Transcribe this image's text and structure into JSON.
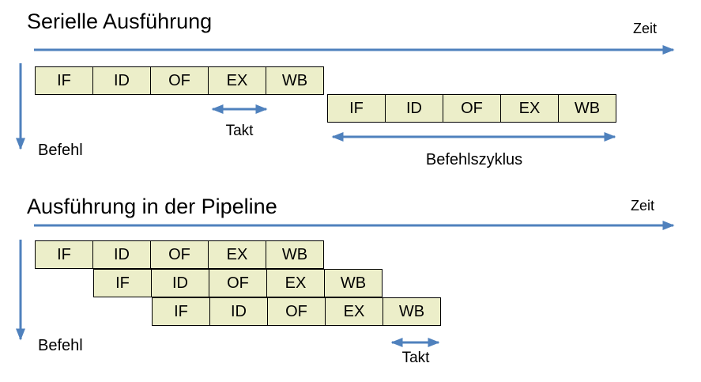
{
  "colors": {
    "accent_blue": "#4F81BD",
    "box_fill": "#ECEEC9",
    "box_border": "#000000",
    "text": "#000000",
    "background": "#FFFFFF"
  },
  "serial": {
    "title": "Serielle Ausführung",
    "time_axis_label": "Zeit",
    "instruction_axis_label": "Befehl",
    "clock_label": "Takt",
    "instruction_cycle_label": "Befehlszyklus",
    "rows": [
      {
        "stages": [
          "IF",
          "ID",
          "OF",
          "EX",
          "WB"
        ]
      },
      {
        "stages": [
          "IF",
          "ID",
          "OF",
          "EX",
          "WB"
        ]
      }
    ]
  },
  "pipeline": {
    "title": "Ausführung in der Pipeline",
    "time_axis_label": "Zeit",
    "instruction_axis_label": "Befehl",
    "clock_label": "Takt",
    "rows": [
      {
        "stages": [
          "IF",
          "ID",
          "OF",
          "EX",
          "WB"
        ]
      },
      {
        "stages": [
          "IF",
          "ID",
          "OF",
          "EX",
          "WB"
        ]
      },
      {
        "stages": [
          "IF",
          "ID",
          "OF",
          "EX",
          "WB"
        ]
      }
    ]
  }
}
